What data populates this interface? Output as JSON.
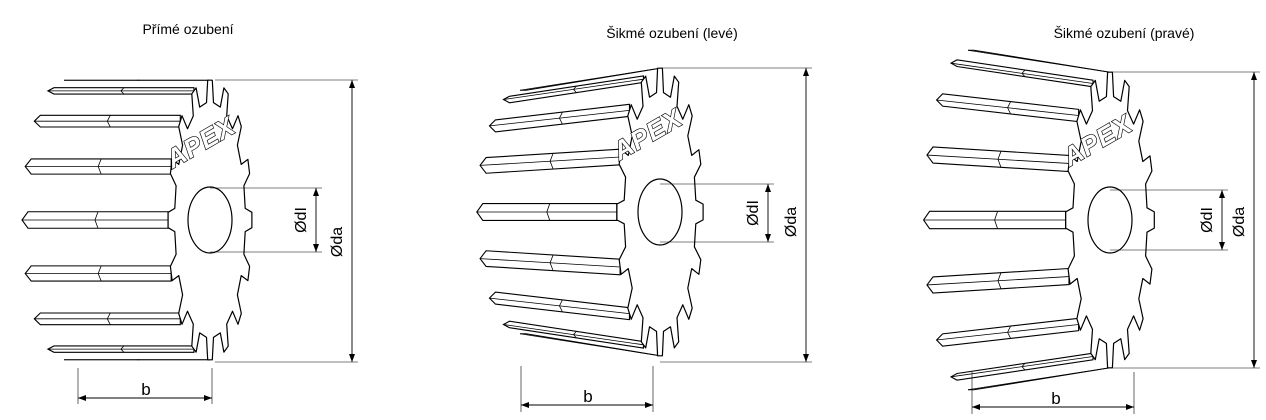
{
  "panels": [
    {
      "key": "straight",
      "title": "Přímé ozubení",
      "helix": "none",
      "brand": "APEX",
      "bore_label": "ØdI",
      "outer_label": "Øda",
      "width_label": "b"
    },
    {
      "key": "helical-left",
      "title": "Šikmé ozubení (levé)",
      "helix": "left",
      "brand": "APEX",
      "bore_label": "ØdI",
      "outer_label": "Øda",
      "width_label": "b"
    },
    {
      "key": "helical-right",
      "title": "Šikmé ozubení (pravé)",
      "helix": "right",
      "brand": "APEX",
      "bore_label": "ØdI",
      "outer_label": "Øda",
      "width_label": "b"
    }
  ]
}
